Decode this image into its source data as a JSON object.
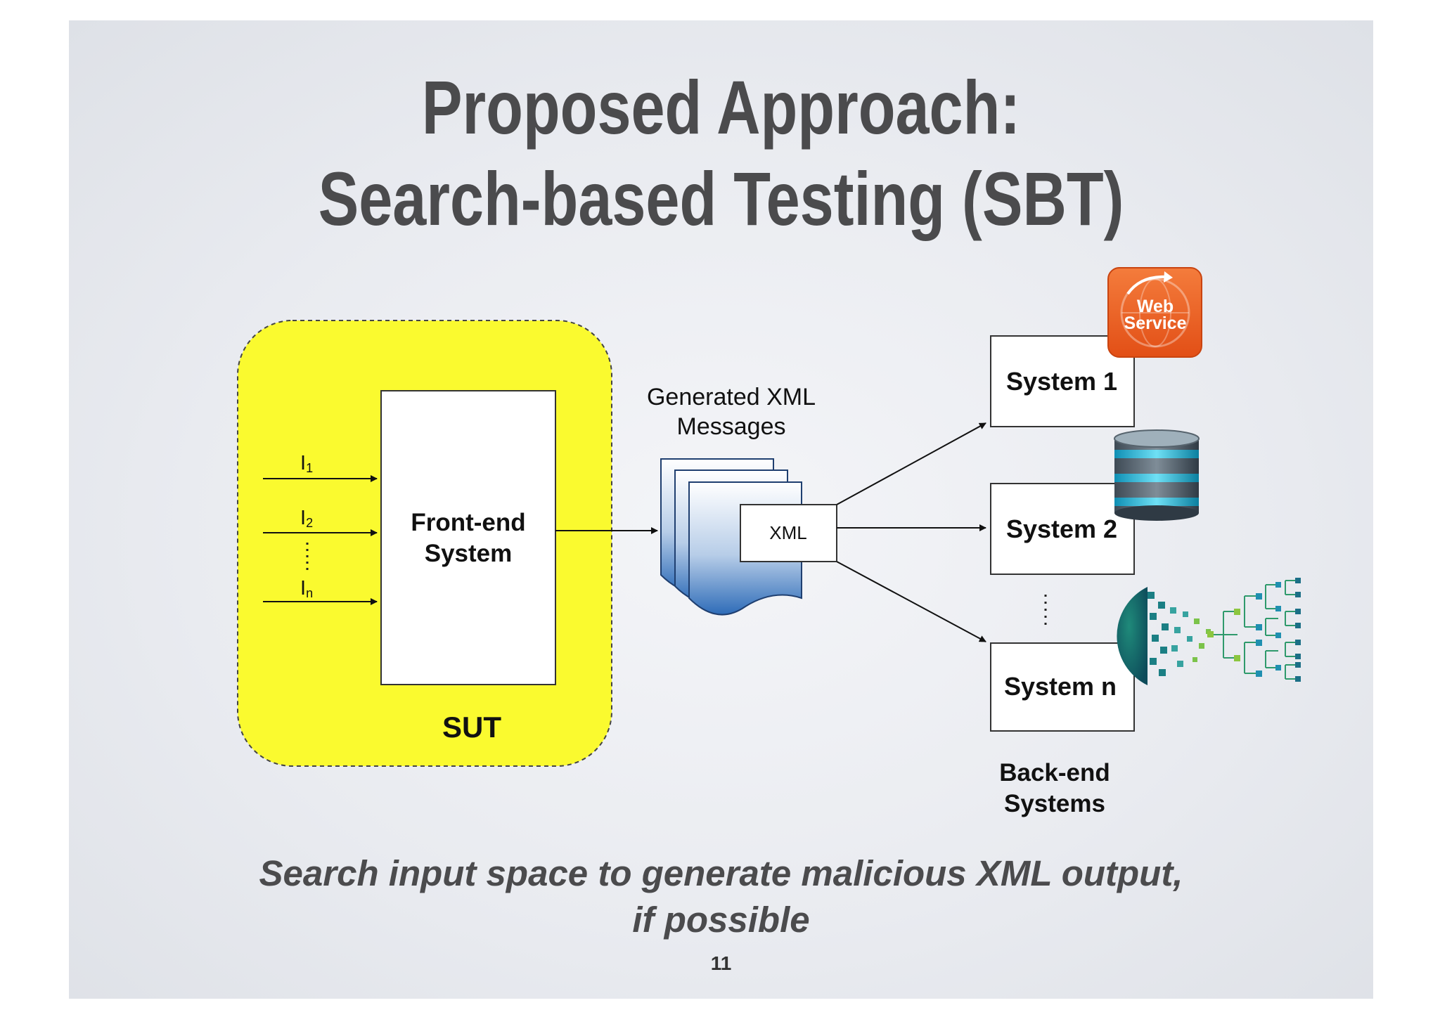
{
  "slide": {
    "title_line1": "Proposed Approach:",
    "title_line2": "Search-based Testing (SBT)",
    "caption_line1": "Search input space to generate malicious XML output,",
    "caption_line2": "if possible",
    "page_number": "11"
  },
  "diagram": {
    "inputs": {
      "i1": {
        "base": "I",
        "sub": "1"
      },
      "i2": {
        "base": "I",
        "sub": "2"
      },
      "in": {
        "base": "I",
        "sub": "n"
      }
    },
    "frontend": {
      "line1": "Front-end",
      "line2": "System"
    },
    "sut_label": "SUT",
    "messages": {
      "line1": "Generated XML",
      "line2": "Messages"
    },
    "xml_label": "XML",
    "systems": [
      "System 1",
      "System 2",
      "System n"
    ],
    "backend": {
      "line1": "Back-end",
      "line2": "Systems"
    },
    "webservice": {
      "line1": "Web",
      "line2": "Service"
    },
    "icons": [
      "web-service-icon",
      "database-icon",
      "data-tree-icon"
    ],
    "colors": {
      "sut_fill": "#fafa2f",
      "title": "#4b4b4d",
      "doc_blue": "#2e6cb8",
      "webservice_orange": "#ea5a1f",
      "database_cyan": "#19b3d8"
    }
  }
}
